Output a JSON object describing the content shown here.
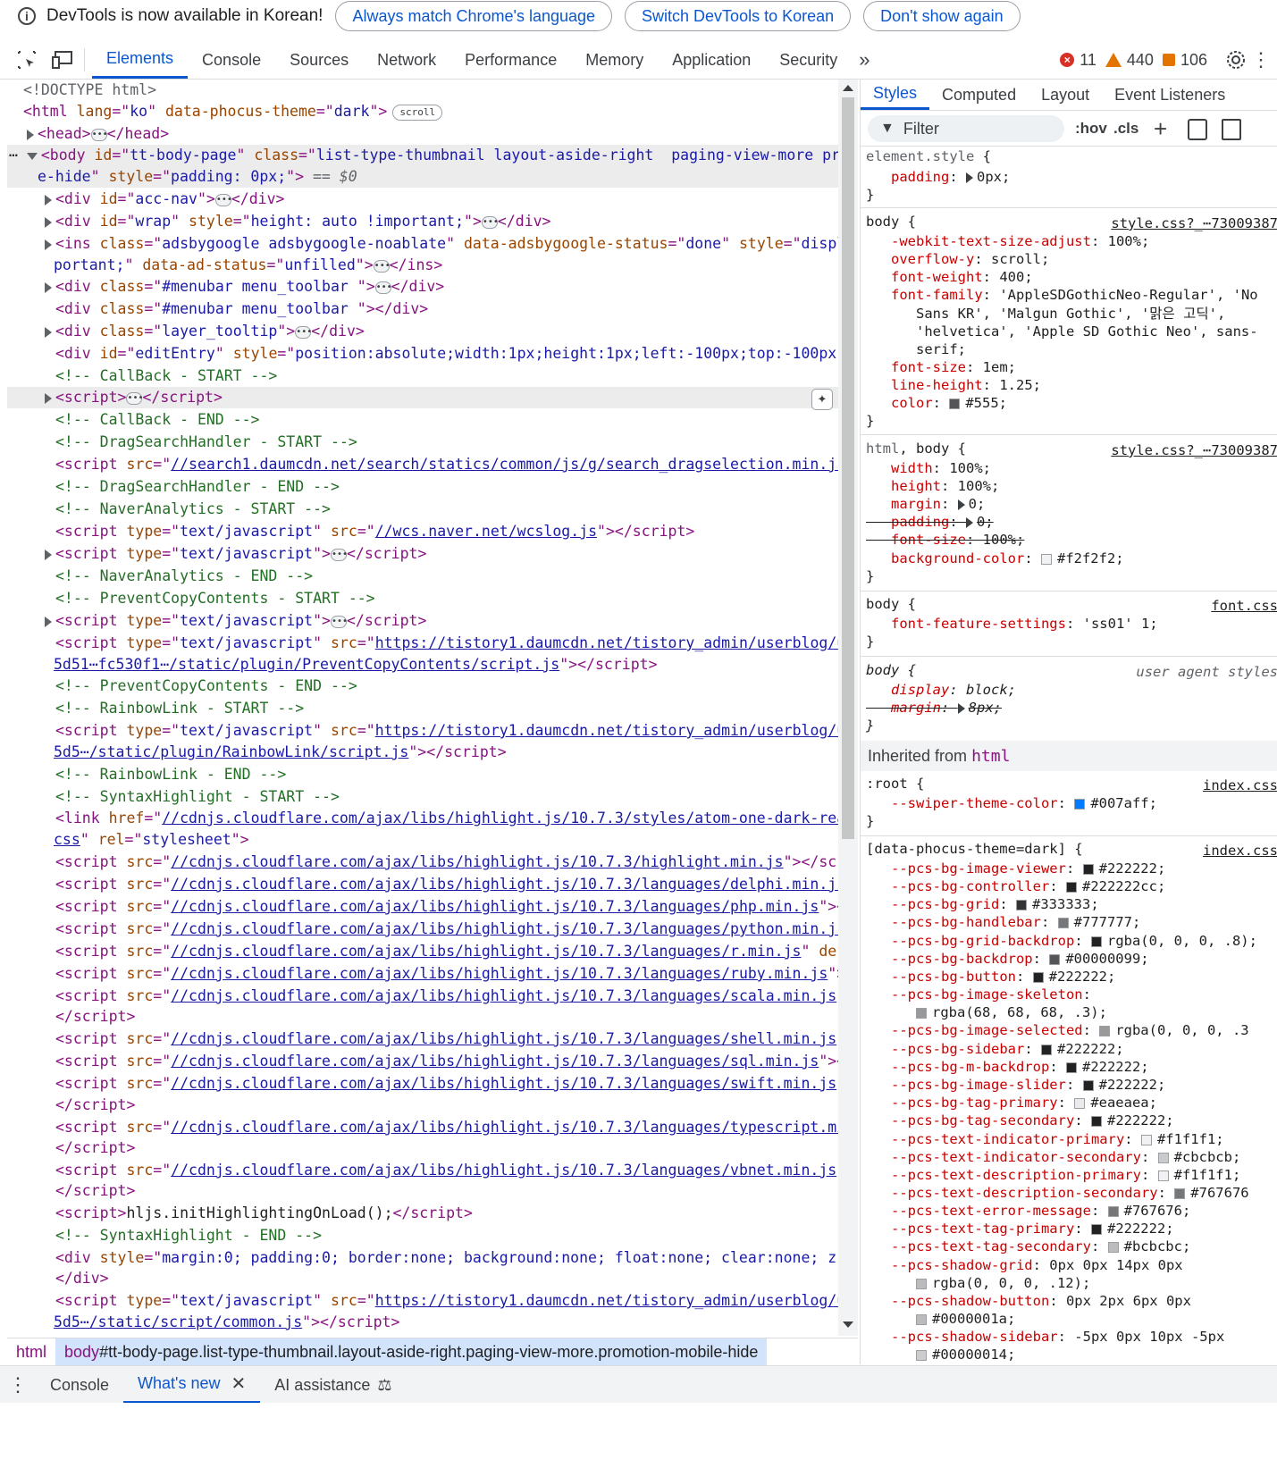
{
  "infobar": {
    "message": "DevTools is now available in Korean!",
    "btn_match": "Always match Chrome's language",
    "btn_switch": "Switch DevTools to Korean",
    "btn_dont": "Don't show again"
  },
  "toolbar": {
    "tabs": [
      "Elements",
      "Console",
      "Sources",
      "Network",
      "Performance",
      "Memory",
      "Application",
      "Security"
    ],
    "errors": "11",
    "warnings": "440",
    "issues": "106"
  },
  "dom": {
    "doctype": "<!DOCTYPE html>",
    "scroll_badge": "scroll",
    "dollar0": "== $0"
  },
  "styles": {
    "tabs": [
      "Styles",
      "Computed",
      "Layout",
      "Event Listeners"
    ],
    "filter_placeholder": "Filter",
    "hov": ":hov",
    "cls": ".cls",
    "inherited_label": "Inherited from",
    "inherited_tag": "html"
  },
  "breadcrumb": {
    "html": "html",
    "body_tag": "body",
    "body_rest": "#tt-body-page.list-type-thumbnail.layout-aside-right.paging-view-more.promotion-mobile-hide"
  },
  "drawer": {
    "tabs": [
      "Console",
      "What's new",
      "AI assistance"
    ]
  },
  "colors": {
    "accent": "#0b57d0",
    "error": "#d93025",
    "warning": "#e37400"
  }
}
